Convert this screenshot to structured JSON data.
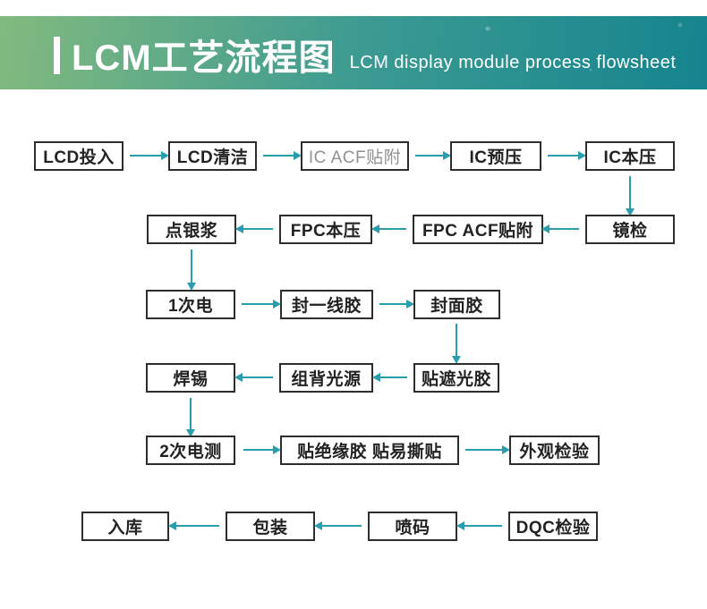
{
  "header": {
    "title": "LCM工艺流程图",
    "subtitle": "LCM display module process flowsheet"
  },
  "palette": {
    "arrow": "#2A9DAC",
    "box_border": "#2D2D2D",
    "box_text": "#222222",
    "box_text_muted": "#8F9193",
    "header_gradient_left": "#82BA7E",
    "header_gradient_mid": "#3B9A92",
    "header_gradient_right": "#15848E",
    "background": "#FFFFFF"
  },
  "flowchart": {
    "nodes": [
      {
        "id": "lcd-input",
        "label": "LCD投入"
      },
      {
        "id": "lcd-clean",
        "label": "LCD清洁"
      },
      {
        "id": "ic-acf-attach",
        "label": "IC ACF贴附",
        "muted": true
      },
      {
        "id": "ic-prepress",
        "label": "IC预压"
      },
      {
        "id": "ic-mainpress",
        "label": "IC本压"
      },
      {
        "id": "silver-paste",
        "label": "点银浆"
      },
      {
        "id": "fpc-mainpress",
        "label": "FPC本压"
      },
      {
        "id": "fpc-acf-attach",
        "label": "FPC ACF贴附"
      },
      {
        "id": "mirror-inspect",
        "label": "镜检"
      },
      {
        "id": "first-electric",
        "label": "1次电"
      },
      {
        "id": "seal-line-glue",
        "label": "封一线胶"
      },
      {
        "id": "seal-face-glue",
        "label": "封面胶"
      },
      {
        "id": "soldering",
        "label": "焊锡"
      },
      {
        "id": "backlight-assembly",
        "label": "组背光源"
      },
      {
        "id": "shade-glue-attach",
        "label": "贴遮光胶"
      },
      {
        "id": "second-electric-test",
        "label": "2次电测"
      },
      {
        "id": "insulation-tear-sticker",
        "label": "贴绝缘胶 贴易撕贴"
      },
      {
        "id": "visual-inspection",
        "label": "外观检验"
      },
      {
        "id": "warehousing",
        "label": "入库"
      },
      {
        "id": "packing",
        "label": "包装"
      },
      {
        "id": "inkjet-coding",
        "label": "喷码"
      },
      {
        "id": "dqc-inspection",
        "label": "DQC检验"
      }
    ],
    "edges": [
      {
        "from": "lcd-input",
        "to": "lcd-clean"
      },
      {
        "from": "lcd-clean",
        "to": "ic-acf-attach"
      },
      {
        "from": "ic-acf-attach",
        "to": "ic-prepress"
      },
      {
        "from": "ic-prepress",
        "to": "ic-mainpress"
      },
      {
        "from": "ic-mainpress",
        "to": "mirror-inspect"
      },
      {
        "from": "mirror-inspect",
        "to": "fpc-acf-attach"
      },
      {
        "from": "fpc-acf-attach",
        "to": "fpc-mainpress"
      },
      {
        "from": "fpc-mainpress",
        "to": "silver-paste"
      },
      {
        "from": "silver-paste",
        "to": "first-electric"
      },
      {
        "from": "first-electric",
        "to": "seal-line-glue"
      },
      {
        "from": "seal-line-glue",
        "to": "seal-face-glue"
      },
      {
        "from": "seal-face-glue",
        "to": "shade-glue-attach"
      },
      {
        "from": "shade-glue-attach",
        "to": "backlight-assembly"
      },
      {
        "from": "backlight-assembly",
        "to": "soldering"
      },
      {
        "from": "soldering",
        "to": "second-electric-test"
      },
      {
        "from": "second-electric-test",
        "to": "insulation-tear-sticker"
      },
      {
        "from": "insulation-tear-sticker",
        "to": "visual-inspection"
      },
      {
        "from": "dqc-inspection",
        "to": "inkjet-coding"
      },
      {
        "from": "inkjet-coding",
        "to": "packing"
      },
      {
        "from": "packing",
        "to": "warehousing"
      }
    ]
  }
}
